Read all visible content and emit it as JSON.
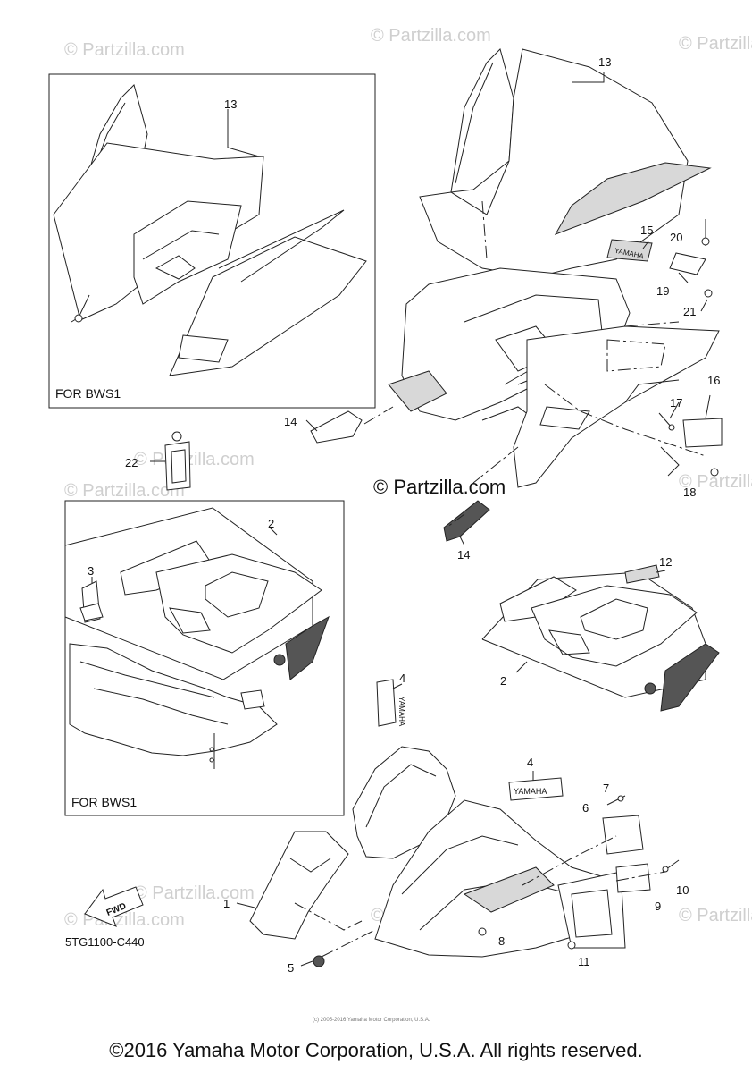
{
  "watermark": "© Partzilla.com",
  "center_watermark": "© Partzilla.com",
  "frames": {
    "top_left_label": "FOR BWS1",
    "bottom_left_label": "FOR BWS1"
  },
  "callouts": [
    {
      "id": "c13a",
      "text": "13"
    },
    {
      "id": "c13b",
      "text": "13"
    },
    {
      "id": "c15",
      "text": "15"
    },
    {
      "id": "c20",
      "text": "20"
    },
    {
      "id": "c19",
      "text": "19"
    },
    {
      "id": "c21",
      "text": "21"
    },
    {
      "id": "c17",
      "text": "17"
    },
    {
      "id": "c16",
      "text": "16"
    },
    {
      "id": "c18",
      "text": "18"
    },
    {
      "id": "c14a",
      "text": "14"
    },
    {
      "id": "c14b",
      "text": "14"
    },
    {
      "id": "c22",
      "text": "22"
    },
    {
      "id": "c2a",
      "text": "2"
    },
    {
      "id": "c3",
      "text": "3"
    },
    {
      "id": "c12",
      "text": "12"
    },
    {
      "id": "c2b",
      "text": "2"
    },
    {
      "id": "c4a",
      "text": "4"
    },
    {
      "id": "c4b",
      "text": "4"
    },
    {
      "id": "c7",
      "text": "7"
    },
    {
      "id": "c6",
      "text": "6"
    },
    {
      "id": "c1",
      "text": "1"
    },
    {
      "id": "c10",
      "text": "10"
    },
    {
      "id": "c9",
      "text": "9"
    },
    {
      "id": "c8",
      "text": "8"
    },
    {
      "id": "c5",
      "text": "5"
    },
    {
      "id": "c11",
      "text": "11"
    }
  ],
  "decal_text": {
    "yamaha": "YAMAHA",
    "fwd": "FWD"
  },
  "diagram_code": "5TG1100-C440",
  "tiny_notice": "(c) 2005-2016 Yamaha Motor Corporation, U.S.A.",
  "copyright": "©2016 Yamaha Motor Corporation, U.S.A. All rights reserved."
}
